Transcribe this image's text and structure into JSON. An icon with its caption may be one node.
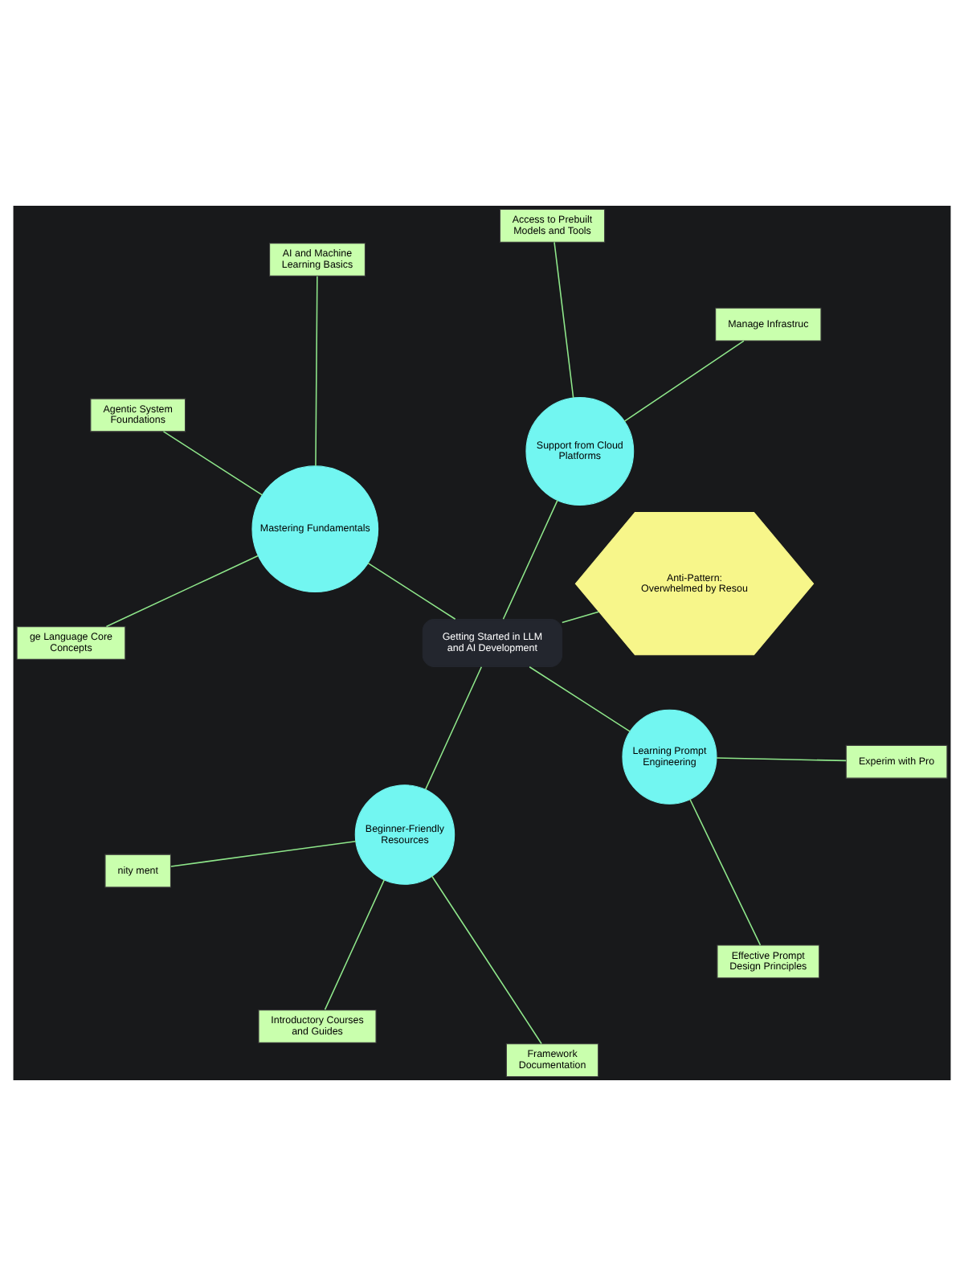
{
  "diagram": {
    "nodes": [
      {
        "text": [
          "Getting Started in LLM and AI Development"
        ]
      },
      {
        "text": [
          "Mastering Fundamentals"
        ]
      },
      {
        "text": [
          "Agentic System Foundations"
        ]
      },
      {
        "text": [
          "AI and Machine Learning Basics"
        ]
      },
      {
        "text": [
          "ge Language Core Concepts"
        ]
      },
      {
        "text": [
          "Support from Cloud Platforms"
        ]
      },
      {
        "text": [
          "Access to Prebuilt Models and Tools"
        ]
      },
      {
        "text": [
          "Manage Infrastruc"
        ]
      },
      {
        "text": [
          "Anti-Pattern: Overwhelmed by Resou"
        ]
      },
      {
        "text": [
          "Beginner-Friendly Resources"
        ]
      },
      {
        "text": [
          "nity ment"
        ]
      },
      {
        "text": [
          "Introductory Courses and Guides"
        ]
      },
      {
        "text": [
          "Framework Documentation"
        ]
      },
      {
        "text": [
          "Learning Prompt Engineering"
        ]
      },
      {
        "text": [
          "Experim with Pro"
        ]
      },
      {
        "text": [
          "Effective Prompt Design Principles"
        ]
      }
    ],
    "edges": [
      {
        "from": 0,
        "to": 1,
        "arrow": "none"
      },
      {
        "from": 0,
        "to": 5,
        "arrow": "none"
      },
      {
        "from": 0,
        "to": 8,
        "arrow": "none"
      },
      {
        "from": 0,
        "to": 13,
        "arrow": "none"
      },
      {
        "from": 0,
        "to": 9,
        "arrow": "none"
      },
      {
        "from": 1,
        "to": 2,
        "arrow": "none"
      },
      {
        "from": 1,
        "to": 3,
        "arrow": "none"
      },
      {
        "from": 1,
        "to": 4,
        "arrow": "none"
      },
      {
        "from": 5,
        "to": 6,
        "arrow": "none"
      },
      {
        "from": 5,
        "to": 7,
        "arrow": "none"
      },
      {
        "from": 13,
        "to": 14,
        "arrow": "none"
      },
      {
        "from": 13,
        "to": 15,
        "arrow": "none"
      },
      {
        "from": 9,
        "to": 10,
        "arrow": "none"
      },
      {
        "from": 9,
        "to": 11,
        "arrow": "none"
      },
      {
        "from": 9,
        "to": 12,
        "arrow": "none"
      }
    ]
  }
}
